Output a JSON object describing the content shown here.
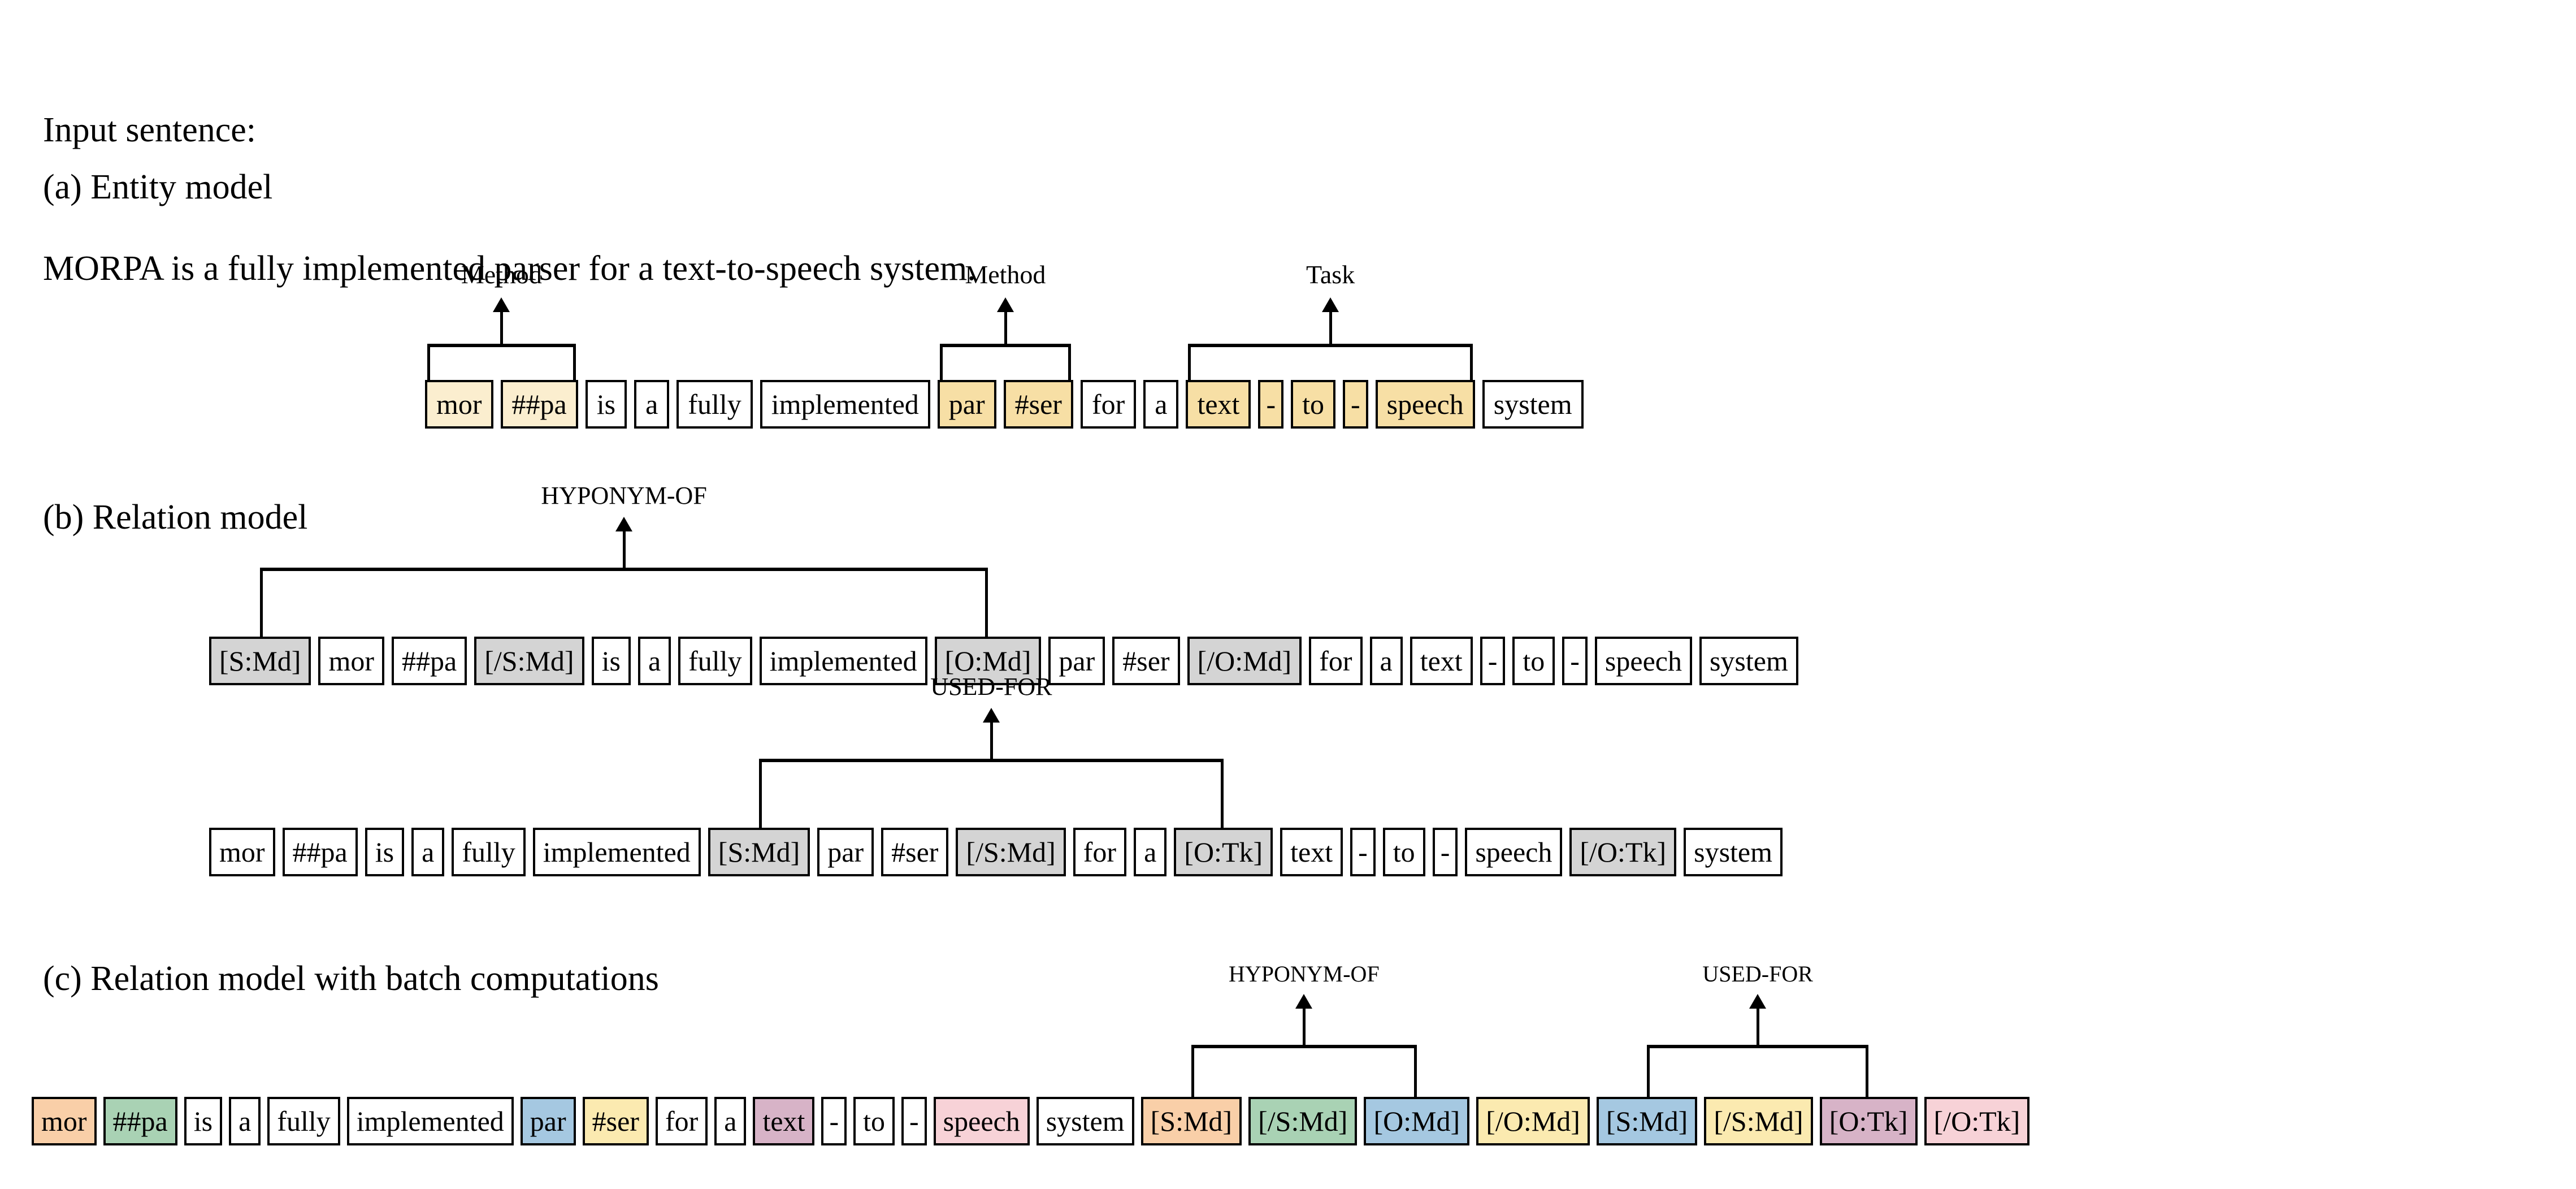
{
  "intro": {
    "label": "Input sentence:",
    "sentence": "MORPA is a fully implemented parser for a text-to-speech system."
  },
  "colors": {
    "entity_fill_pale": "#fbeecf",
    "entity_fill_gold": "#f7dfa5",
    "marker_gray": "#d4d4d4",
    "orange": "#f9cfa8",
    "green": "#a9d2b4",
    "blue": "#a5c8e1",
    "yellow": "#fbeab0",
    "mauve": "#d7b3c7",
    "pink": "#f7d2d7",
    "white": "#ffffff",
    "outline": "#000000"
  },
  "sections": [
    {
      "id": "a",
      "heading": "(a) Entity model"
    },
    {
      "id": "b",
      "heading": "(b) Relation model"
    },
    {
      "id": "c",
      "heading": "(c) Relation model with batch computations"
    }
  ],
  "entity_model": {
    "tokens": [
      {
        "text": "mor",
        "fill": "pale"
      },
      {
        "text": "##pa",
        "fill": "pale"
      },
      {
        "text": "is",
        "fill": "white"
      },
      {
        "text": "a",
        "fill": "white"
      },
      {
        "text": "fully",
        "fill": "white"
      },
      {
        "text": "implemented",
        "fill": "white"
      },
      {
        "text": "par",
        "fill": "gold"
      },
      {
        "text": "#ser",
        "fill": "gold"
      },
      {
        "text": "for",
        "fill": "white"
      },
      {
        "text": "a",
        "fill": "white"
      },
      {
        "text": "text",
        "fill": "gold"
      },
      {
        "text": "-",
        "fill": "gold"
      },
      {
        "text": "to",
        "fill": "gold"
      },
      {
        "text": "-",
        "fill": "gold"
      },
      {
        "text": "speech",
        "fill": "gold"
      },
      {
        "text": "system",
        "fill": "white"
      }
    ],
    "spans": [
      {
        "label": "Method",
        "from": 0,
        "to": 1
      },
      {
        "label": "Method",
        "from": 6,
        "to": 7
      },
      {
        "label": "Task",
        "from": 10,
        "to": 14
      }
    ]
  },
  "relation_model": {
    "rows": [
      {
        "relation": "HYPONYM-OF",
        "tokens": [
          {
            "text": "[S:Md]",
            "fill": "gray"
          },
          {
            "text": "mor",
            "fill": "white"
          },
          {
            "text": "##pa",
            "fill": "white"
          },
          {
            "text": "[/S:Md]",
            "fill": "gray"
          },
          {
            "text": "is",
            "fill": "white"
          },
          {
            "text": "a",
            "fill": "white"
          },
          {
            "text": "fully",
            "fill": "white"
          },
          {
            "text": "implemented",
            "fill": "white"
          },
          {
            "text": "[O:Md]",
            "fill": "gray"
          },
          {
            "text": "par",
            "fill": "white"
          },
          {
            "text": "#ser",
            "fill": "white"
          },
          {
            "text": "[/O:Md]",
            "fill": "gray"
          },
          {
            "text": "for",
            "fill": "white"
          },
          {
            "text": "a",
            "fill": "white"
          },
          {
            "text": "text",
            "fill": "white"
          },
          {
            "text": "-",
            "fill": "white"
          },
          {
            "text": "to",
            "fill": "white"
          },
          {
            "text": "-",
            "fill": "white"
          },
          {
            "text": "speech",
            "fill": "white"
          },
          {
            "text": "system",
            "fill": "white"
          }
        ],
        "link": {
          "from": 0,
          "to": 8
        }
      },
      {
        "relation": "USED-FOR",
        "tokens": [
          {
            "text": "mor",
            "fill": "white"
          },
          {
            "text": "##pa",
            "fill": "white"
          },
          {
            "text": "is",
            "fill": "white"
          },
          {
            "text": "a",
            "fill": "white"
          },
          {
            "text": "fully",
            "fill": "white"
          },
          {
            "text": "implemented",
            "fill": "white"
          },
          {
            "text": "[S:Md]",
            "fill": "gray"
          },
          {
            "text": "par",
            "fill": "white"
          },
          {
            "text": "#ser",
            "fill": "white"
          },
          {
            "text": "[/S:Md]",
            "fill": "gray"
          },
          {
            "text": "for",
            "fill": "white"
          },
          {
            "text": "a",
            "fill": "white"
          },
          {
            "text": "[O:Tk]",
            "fill": "gray"
          },
          {
            "text": "text",
            "fill": "white"
          },
          {
            "text": "-",
            "fill": "white"
          },
          {
            "text": "to",
            "fill": "white"
          },
          {
            "text": "-",
            "fill": "white"
          },
          {
            "text": "speech",
            "fill": "white"
          },
          {
            "text": "[/O:Tk]",
            "fill": "gray"
          },
          {
            "text": "system",
            "fill": "white"
          }
        ],
        "link": {
          "from": 6,
          "to": 12
        }
      }
    ]
  },
  "batch_model": {
    "tokens": [
      {
        "text": "mor",
        "fill": "orange"
      },
      {
        "text": "##pa",
        "fill": "green"
      },
      {
        "text": "is",
        "fill": "white"
      },
      {
        "text": "a",
        "fill": "white"
      },
      {
        "text": "fully",
        "fill": "white"
      },
      {
        "text": "implemented",
        "fill": "white"
      },
      {
        "text": "par",
        "fill": "blue"
      },
      {
        "text": "#ser",
        "fill": "yellow"
      },
      {
        "text": "for",
        "fill": "white"
      },
      {
        "text": "a",
        "fill": "white"
      },
      {
        "text": "text",
        "fill": "mauve"
      },
      {
        "text": "-",
        "fill": "white"
      },
      {
        "text": "to",
        "fill": "white"
      },
      {
        "text": "-",
        "fill": "white"
      },
      {
        "text": "speech",
        "fill": "pink"
      },
      {
        "text": "system",
        "fill": "white"
      },
      {
        "text": "[S:Md]",
        "fill": "orange"
      },
      {
        "text": "[/S:Md]",
        "fill": "green"
      },
      {
        "text": "[O:Md]",
        "fill": "blue"
      },
      {
        "text": "[/O:Md]",
        "fill": "yellow"
      },
      {
        "text": "[S:Md]",
        "fill": "blue"
      },
      {
        "text": "[/S:Md]",
        "fill": "yellow"
      },
      {
        "text": "[O:Tk]",
        "fill": "mauve"
      },
      {
        "text": "[/O:Tk]",
        "fill": "pink"
      }
    ],
    "relations": [
      {
        "label": "HYPONYM-OF",
        "from": 16,
        "to": 18
      },
      {
        "label": "USED-FOR",
        "from": 20,
        "to": 22
      }
    ]
  }
}
